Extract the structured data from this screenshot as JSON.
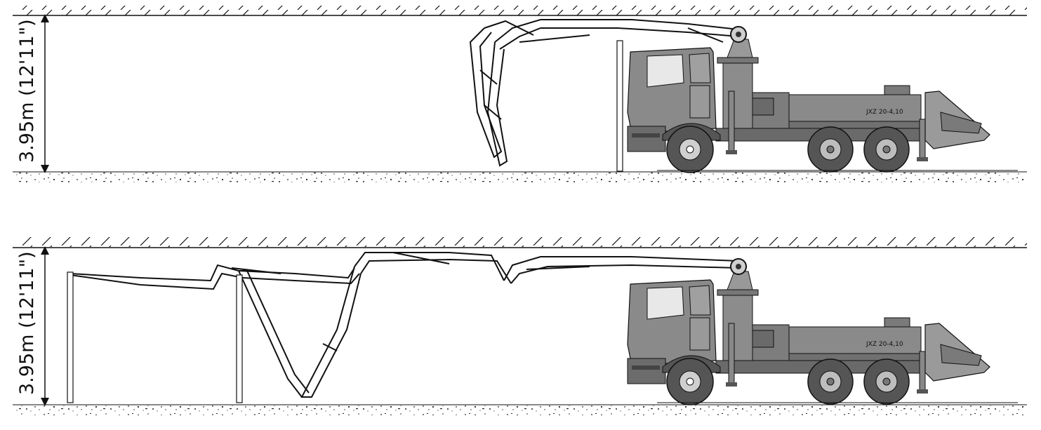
{
  "panels": [
    {
      "id": "folded",
      "height_label": "3.95m (12'11\")",
      "model_label": "JXZ  20-4,10"
    },
    {
      "id": "unfolded",
      "height_label": "3.95m (12'11\")",
      "model_label": "JXZ  20-4,10"
    }
  ],
  "colors": {
    "line": "#111111",
    "truck_body": "#808080",
    "truck_dark": "#5a5a5a",
    "truck_light": "#a8a8a8",
    "ground_speckle": "#222222"
  }
}
